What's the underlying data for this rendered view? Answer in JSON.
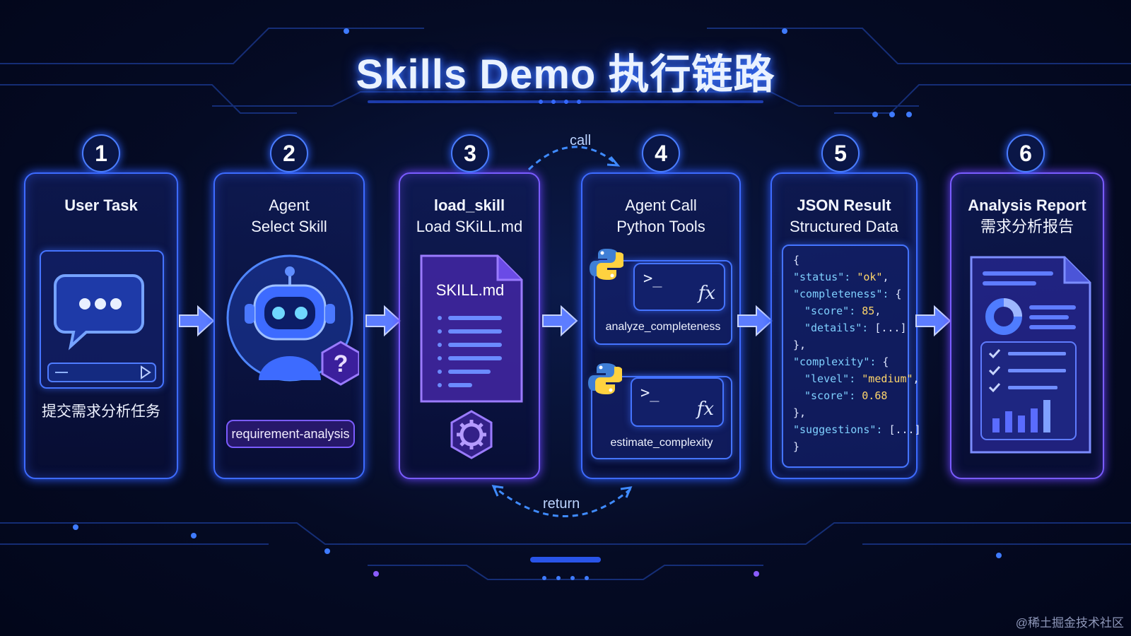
{
  "title": "Skills Demo 执行链路",
  "steps": [
    {
      "number": "1",
      "title": "User Task",
      "subtitle": "",
      "caption": "提交需求分析任务"
    },
    {
      "number": "2",
      "title": "Agent",
      "subtitle": "Select Skill",
      "caption": "requirement-analysis"
    },
    {
      "number": "3",
      "title": "load_skill",
      "subtitle": "Load SKiLL.md",
      "doc_label": "SKILL.md"
    },
    {
      "number": "4",
      "title": "Agent Call",
      "subtitle": "Python Tools",
      "tools": [
        {
          "name": "analyze_completeness"
        },
        {
          "name": "estimate_complexity"
        }
      ],
      "tool_prompt": ">_",
      "tool_fx": "fx"
    },
    {
      "number": "5",
      "title": "JSON Result",
      "subtitle": "Structured Data"
    },
    {
      "number": "6",
      "title": "Analysis Report",
      "subtitle": "需求分析报告"
    }
  ],
  "json_lines": [
    "{",
    "\"status\": \"ok\",",
    "\"completeness\": {",
    "\"score\": 85,",
    "\"details\": [...]",
    "},",
    "\"complexity\": {",
    "\"level\": \"medium\",",
    "\"score\": 0.68",
    "},",
    "\"suggestions\": [...]",
    "}"
  ],
  "flow_labels": {
    "call": "call",
    "return": "return"
  },
  "watermark": "@稀土掘金技术社区",
  "colors": {
    "accent": "#3d6bff",
    "purple": "#7a5cff",
    "background": "#050b24",
    "json_key": "#7fd0ff",
    "json_value": "#ffd66b"
  }
}
